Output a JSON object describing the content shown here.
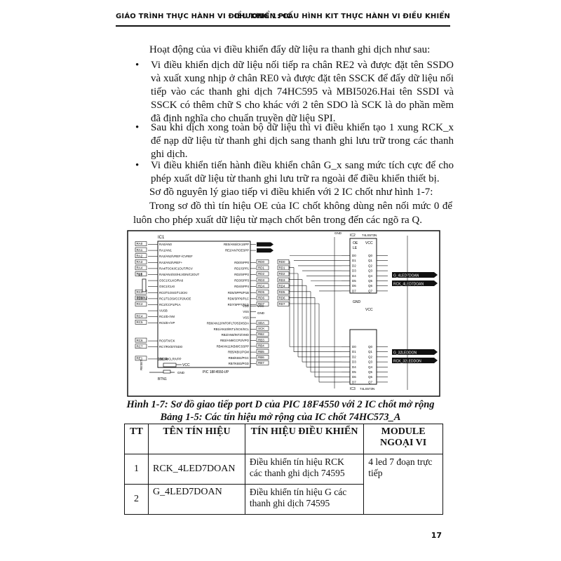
{
  "header": {
    "left": "GIÁO TRÌNH THỰC HÀNH VI ĐIỀU KHIỂN PIC",
    "right": "CHƯƠNG 1: CẤU HÌNH KIT THỰC HÀNH VI ĐIỀU KHIỂN"
  },
  "intro": "Hoạt động của vi điều khiển đẩy dữ liệu ra thanh ghi dịch như sau:",
  "bullets": [
    "Vi điều khiển dịch dữ liệu nối tiếp ra chân RE2 và được đặt tên SSDO và xuất xung nhịp ở chân RE0 và được đặt tên SSCK để đẩy dữ liệu nối tiếp vào các thanh ghi dịch 74HC595 và MBI5026.Hai tên SSDI và SSCK có thêm chữ S cho khác với 2 tên SDO là SCK là do phần mềm đã định nghĩa cho chuẩn truyền dữ liệu SPI.",
    "Sau khi dịch xong toàn bộ dữ liệu thì vi điều khiển tạo 1 xung RCK_x để nạp dữ liệu từ thanh ghi dịch sang thanh ghi lưu trữ trong các thanh ghi dịch.",
    "Vi điều khiển tiến hành điều khiển chân G_x sang mức tích cực để cho phép xuất dữ liệu từ thanh ghi lưu trữ ra ngoài để điều khiển thiết bị."
  ],
  "para1": "Sơ đồ nguyên lý giao tiếp vi điều khiển với 2 IC chốt như hình 1-7:",
  "para2": "Trong sơ đồ thì tín hiệu OE của IC chốt không dùng nên nối mức 0 để luôn cho phép xuất dữ liệu từ mạch chốt bên trong đến các ngõ ra Q.",
  "diagram": {
    "ic1_label": "IC1",
    "ic1_part": "PIC 18F4550-I/P",
    "ic2_label": "IC2",
    "ic2_part": "74LS573N",
    "ic3_label": "IC3",
    "ic3_part": "74LS573N",
    "gnd": "GND",
    "vcc": "VCC",
    "oe": "OE",
    "le": "LE",
    "crystal": "20Mhz",
    "reset": "RESET",
    "resistor": "10K  R",
    "button": "BTN1",
    "x1": "X1",
    "out1a": "G_4LED7DOAN",
    "out1b": "RCK_4LED7DOAN",
    "out2a": "G_32LEDDON",
    "out2b": "RCK_32LEDDON",
    "left_ports": [
      "RA0",
      "RA1",
      "RA2",
      "RA3",
      "RA4",
      "RA5",
      "",
      "",
      "RC0",
      "RC1",
      "RC2",
      "",
      "RC4",
      "RC5",
      "",
      "",
      "RC6",
      "RC7",
      "",
      "RE1"
    ],
    "left_pins": [
      "RA0/AN0",
      "RA1/AN1",
      "RA2/AN2/VREF-/CVREF",
      "RA3/AN3/VREF+",
      "RA4/T0CKI/C1OUT/RCV",
      "RA5/AN4/SS/HLVDIN/C2OUT",
      "OSC1/CLKO/RA6",
      "OSC1/CLKI",
      "RC0/T1OSO/T13CKI",
      "RC1/T1OSI/CCP2/UOE",
      "RC2/CCP1/P1A",
      "VUSB",
      "RC4/D-/VM",
      "RC5/D+/VP",
      "",
      "",
      "RC6/TX/CK",
      "RC7/RX/DT/SDO",
      "",
      "RE3/MCLR/VPP"
    ],
    "right_pins_top": [
      "RE0/AN5/CK1SPP",
      "RE2/AN7/OESPP",
      "",
      "RD0/SPP0",
      "RD1/SPP1",
      "RD2/SPP2",
      "RD3/SPP3",
      "RD4/SPP4",
      "RD5/SPP5/P1B",
      "RD6/SPP6/P1C",
      "RD7/SPP7/P1D"
    ],
    "right_pins_bot": [
      "VDD",
      "VSS",
      "VSS",
      "RB0/AN12/INT0/FLT0/SDI/SDA",
      "RB1/AN10/INT1/SCK/SCL",
      "RB2/AN8/INT2/VMO",
      "RB3/AN9/CCP2/VPO",
      "RB4/AN11/KBI0/CSSPP",
      "RB5/KBI1/PGM",
      "RB6/KBI2/PGC",
      "RB7/KBI3/PGD"
    ],
    "rd_labels": [
      "RD0",
      "RD1",
      "RD2",
      "RD3",
      "RD4",
      "RD5",
      "RD6",
      "RD7"
    ],
    "rb_labels": [
      "SDA",
      "SCK",
      "RB2",
      "RB3",
      "RB4",
      "RB5",
      "RB6",
      "RB7"
    ],
    "latch_d": [
      "D0",
      "D1",
      "D2",
      "D3",
      "D4",
      "D5",
      "D6",
      "D7"
    ],
    "latch_q": [
      "Q0",
      "Q1",
      "Q2",
      "Q3",
      "Q4",
      "Q5",
      "Q6",
      "Q7"
    ]
  },
  "figure_caption": "Hình 1-7: Sơ đồ giao tiếp port D của PIC 18F4550 với 2 IC chốt mở rộng",
  "table_caption": "Bảng 1-5: Các tín hiệu mở rộng của IC chốt 74HC573_A",
  "table": {
    "headers": [
      "TT",
      "TÊN TÍN HIỆU",
      "TÍN HIỆU ĐIỀU KHIỂN",
      "MODULE NGOẠI VI"
    ],
    "rows": [
      {
        "tt": "1",
        "name": "RCK_4LED7DOAN",
        "control": "Điều khiển tín hiệu RCK các thanh ghi dịch 74595"
      },
      {
        "tt": "2",
        "name": "G_4LED7DOAN",
        "control": "Điều khiển tín hiệu G các thanh ghi dịch 74595"
      }
    ],
    "module": "4 led 7 đoạn trực tiếp"
  },
  "page_number": "17"
}
